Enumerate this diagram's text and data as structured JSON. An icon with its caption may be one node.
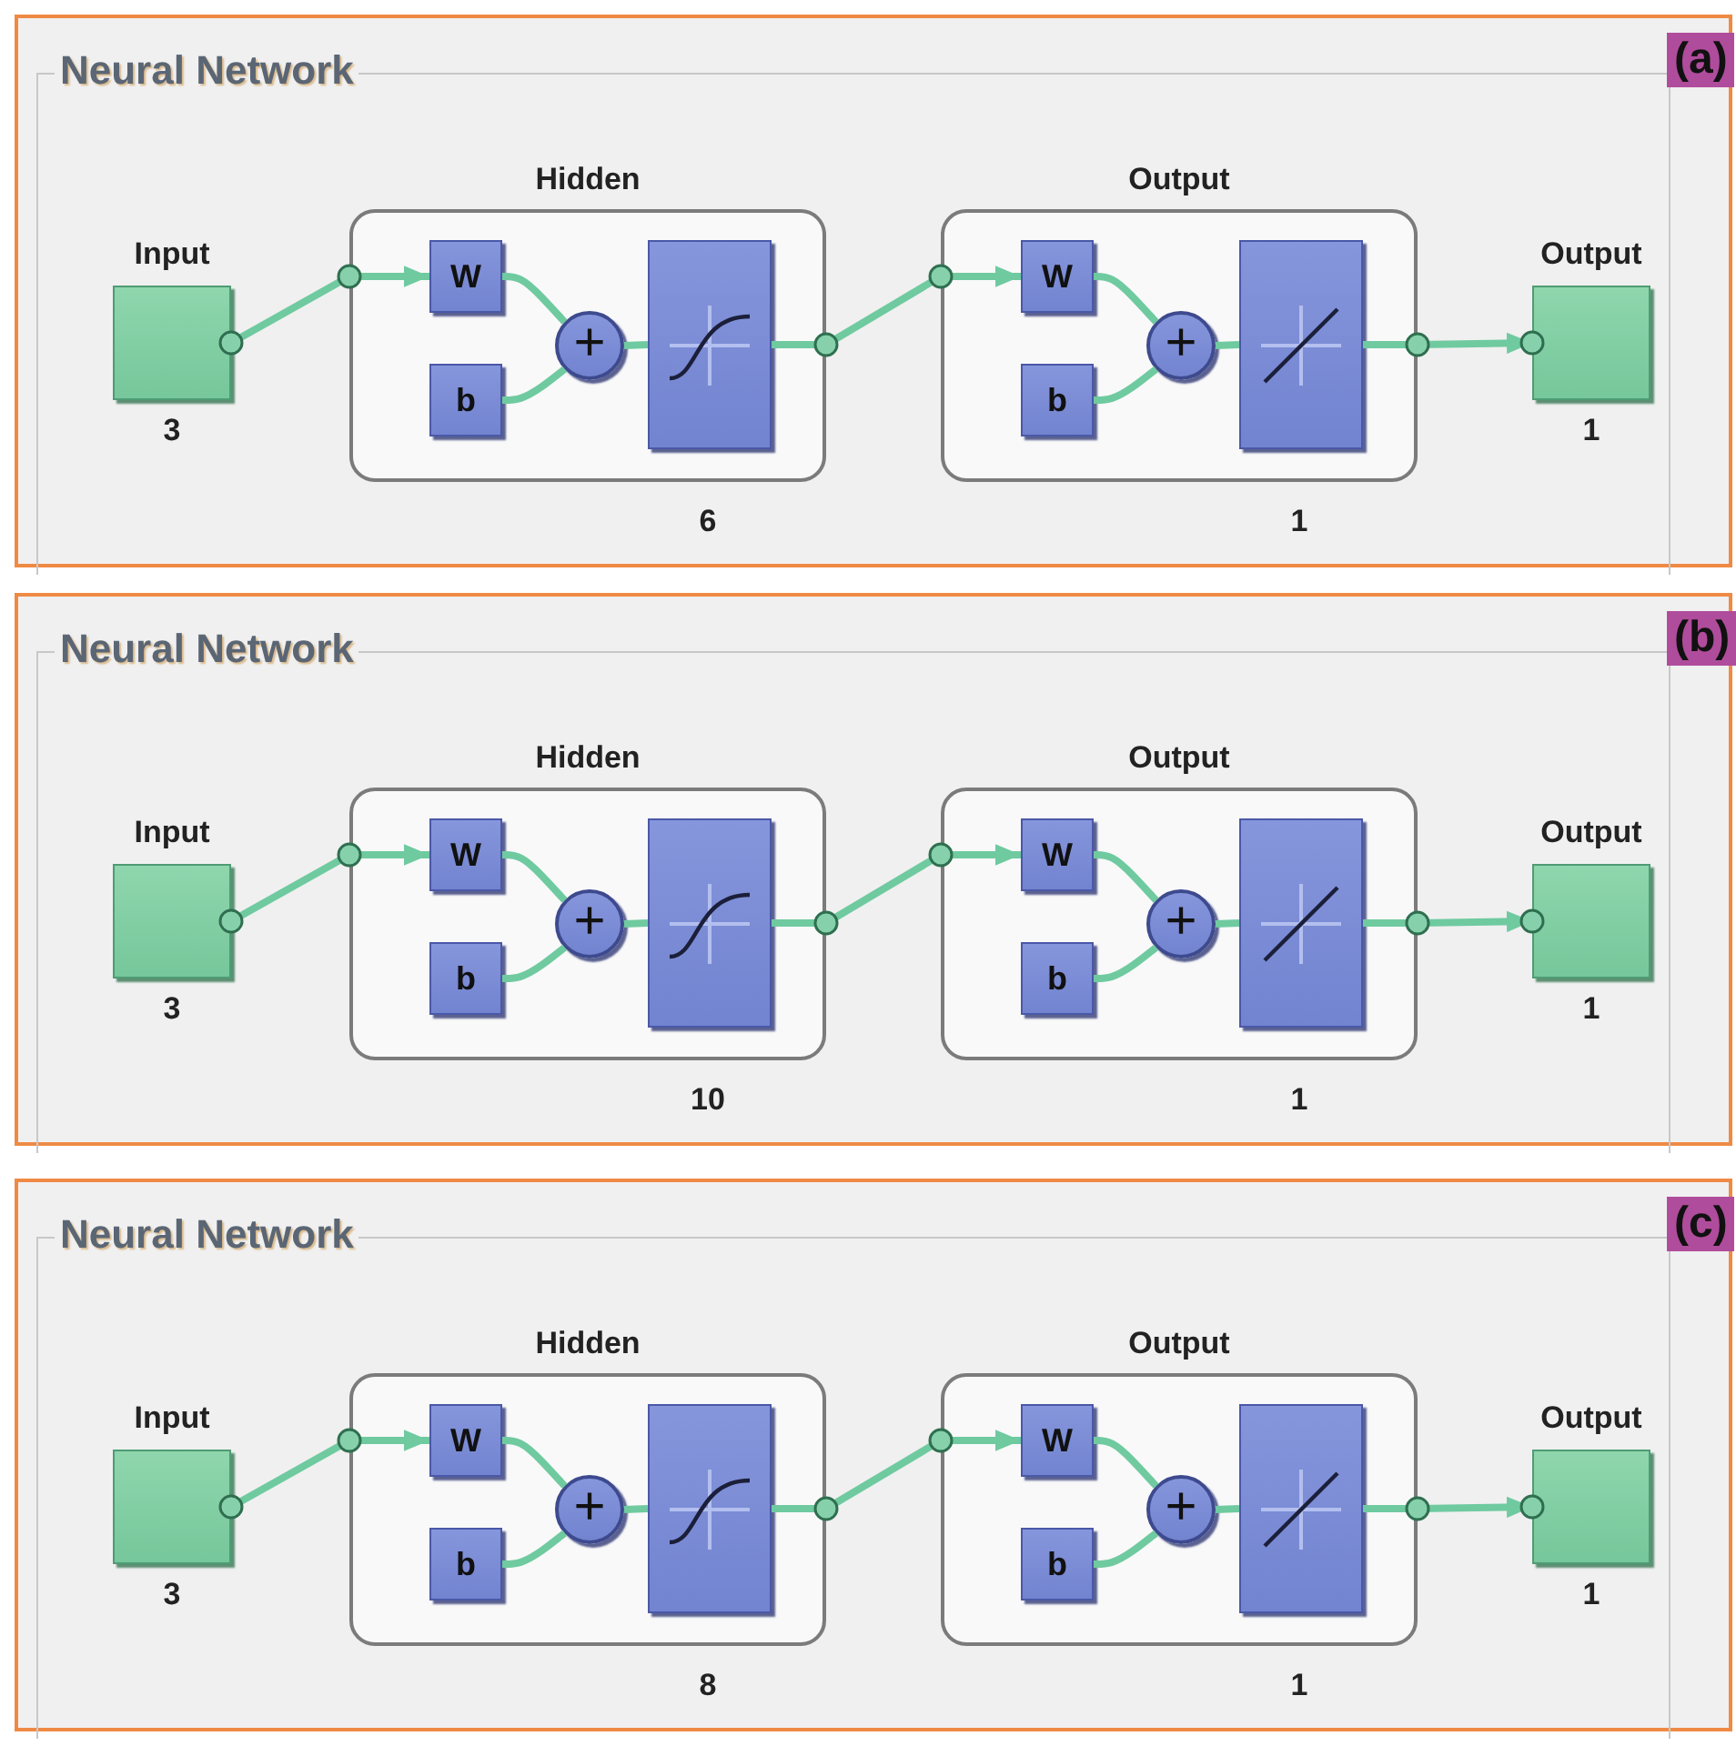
{
  "diagram": {
    "nodes": [
      {
        "text": [
          "Neural Network"
        ]
      },
      {
        "text": [
          "Input",
          "3"
        ],
        "in": 0
      },
      {
        "text": [
          "Hidden",
          "6"
        ],
        "in": 0
      },
      {
        "text": [
          "W"
        ],
        "in": 2
      },
      {
        "text": [
          "b"
        ],
        "in": 2
      },
      {
        "text": [
          "+"
        ],
        "in": 2
      },
      {
        "text": [],
        "shape": "box",
        "in": 2
      },
      {
        "text": [
          "Output",
          "1"
        ],
        "in": 0
      },
      {
        "text": [
          "W"
        ],
        "in": 7
      },
      {
        "text": [
          "b"
        ],
        "in": 7
      },
      {
        "text": [
          "+"
        ],
        "in": 7
      },
      {
        "text": [],
        "shape": "box",
        "in": 7
      },
      {
        "text": [
          "Output",
          "1"
        ],
        "in": 0
      },
      {
        "text": [
          "Neural Network"
        ]
      },
      {
        "text": [
          "Input",
          "3"
        ],
        "in": 13
      },
      {
        "text": [
          "Hidden",
          "10"
        ],
        "in": 13
      },
      {
        "text": [
          "W"
        ],
        "in": 15
      },
      {
        "text": [
          "b"
        ],
        "in": 15
      },
      {
        "text": [
          "+"
        ],
        "in": 15
      },
      {
        "text": [],
        "shape": "box",
        "in": 15
      },
      {
        "text": [
          "Output",
          "1"
        ],
        "in": 13
      },
      {
        "text": [
          "W"
        ],
        "in": 20
      },
      {
        "text": [
          "b"
        ],
        "in": 20
      },
      {
        "text": [
          "+"
        ],
        "in": 20
      },
      {
        "text": [],
        "shape": "box",
        "in": 20
      },
      {
        "text": [
          "Output",
          "1"
        ],
        "in": 13
      },
      {
        "text": [
          "Neural Network"
        ]
      },
      {
        "text": [
          "Input",
          "3"
        ],
        "in": 26
      },
      {
        "text": [
          "Hidden",
          "8"
        ],
        "in": 26
      },
      {
        "text": [
          "W"
        ],
        "in": 28
      },
      {
        "text": [
          "b"
        ],
        "in": 28
      },
      {
        "text": [
          "+"
        ],
        "in": 28
      },
      {
        "text": [],
        "shape": "box",
        "in": 28
      },
      {
        "text": [
          "Output",
          "1"
        ],
        "in": 26
      },
      {
        "text": [
          "W"
        ],
        "in": 33
      },
      {
        "text": [
          "b"
        ],
        "in": 33
      },
      {
        "text": [
          "+"
        ],
        "in": 33
      },
      {
        "text": [],
        "shape": "box",
        "in": 33
      },
      {
        "text": [
          "Output",
          "1"
        ],
        "in": 26
      }
    ],
    "edges": [
      {
        "from": 1,
        "to": 3,
        "arrow": "to"
      },
      {
        "from": 3,
        "to": 5,
        "arrow": "none"
      },
      {
        "from": 4,
        "to": 5,
        "arrow": "none"
      },
      {
        "from": 5,
        "to": 6,
        "arrow": "none"
      },
      {
        "from": 6,
        "to": 8,
        "arrow": "to"
      },
      {
        "from": 8,
        "to": 10,
        "arrow": "none"
      },
      {
        "from": 9,
        "to": 10,
        "arrow": "none"
      },
      {
        "from": 10,
        "to": 11,
        "arrow": "none"
      },
      {
        "from": 11,
        "to": 12,
        "arrow": "to"
      },
      {
        "from": 14,
        "to": 16,
        "arrow": "to"
      },
      {
        "from": 16,
        "to": 18,
        "arrow": "none"
      },
      {
        "from": 17,
        "to": 18,
        "arrow": "none"
      },
      {
        "from": 18,
        "to": 19,
        "arrow": "none"
      },
      {
        "from": 19,
        "to": 21,
        "arrow": "to"
      },
      {
        "from": 21,
        "to": 23,
        "arrow": "none"
      },
      {
        "from": 22,
        "to": 23,
        "arrow": "none"
      },
      {
        "from": 23,
        "to": 24,
        "arrow": "none"
      },
      {
        "from": 24,
        "to": 25,
        "arrow": "to"
      },
      {
        "from": 27,
        "to": 29,
        "arrow": "to"
      },
      {
        "from": 29,
        "to": 31,
        "arrow": "none"
      },
      {
        "from": 30,
        "to": 31,
        "arrow": "none"
      },
      {
        "from": 31,
        "to": 32,
        "arrow": "none"
      },
      {
        "from": 32,
        "to": 34,
        "arrow": "to"
      },
      {
        "from": 34,
        "to": 36,
        "arrow": "none"
      },
      {
        "from": 35,
        "to": 36,
        "arrow": "none"
      },
      {
        "from": 36,
        "to": 37,
        "arrow": "none"
      },
      {
        "from": 37,
        "to": 38,
        "arrow": "to"
      }
    ],
    "labels": [
      "(a)",
      "(b)",
      "(c)"
    ]
  }
}
